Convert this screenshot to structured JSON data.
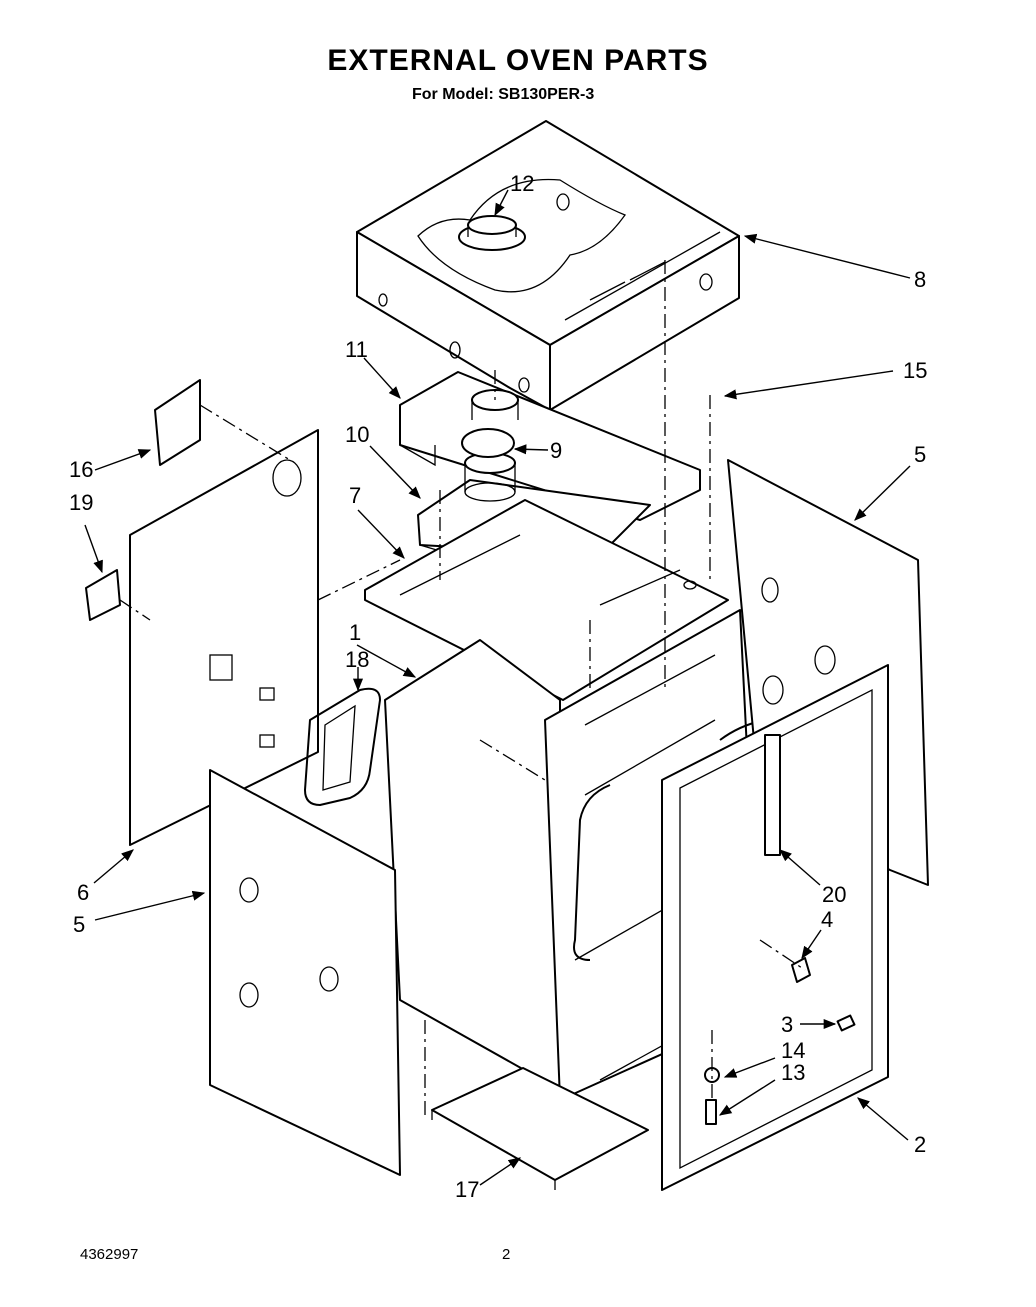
{
  "title": "EXTERNAL OVEN PARTS",
  "subtitle": "For Model: SB130PER-3",
  "callouts": [
    "12",
    "8",
    "11",
    "15",
    "16",
    "10",
    "9",
    "5",
    "19",
    "7",
    "1",
    "18",
    "6",
    "5",
    "20",
    "4",
    "3",
    "14",
    "13",
    "2",
    "17"
  ],
  "footer": {
    "document_number": "4362997",
    "page_number": "2"
  }
}
